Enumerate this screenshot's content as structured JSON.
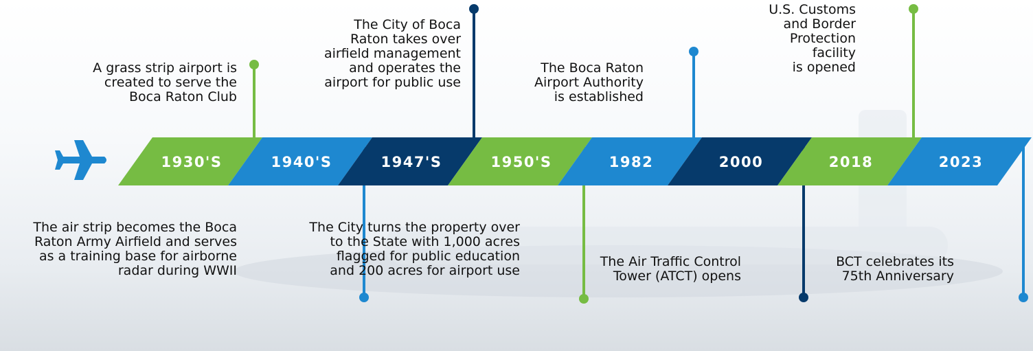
{
  "colors": {
    "green": "#76bc43",
    "blue": "#1e88d0",
    "navy": "#063a6b",
    "plane": "#1e88d0"
  },
  "plane_icon": "airplane-icon",
  "timeline": [
    {
      "year": "1930'S",
      "color": "green",
      "note": "A grass strip airport is\ncreated to serve the\nBoca Raton Club",
      "side": "top"
    },
    {
      "year": "1940'S",
      "color": "blue",
      "note": "The air strip becomes the Boca\nRaton Army Airfield and serves\nas a training base for airborne\nradar during WWII",
      "side": "bottom"
    },
    {
      "year": "1947'S",
      "color": "navy",
      "note": "The City of Boca\nRaton takes over\nairfield management\nand operates the\nairport for public use",
      "side": "top"
    },
    {
      "year": "1950'S",
      "color": "green",
      "note": "The City turns the property over\nto the State with 1,000 acres\nflagged for public education\nand 200 acres for airport use",
      "side": "bottom"
    },
    {
      "year": "1982",
      "color": "blue",
      "note": "The Boca Raton\nAirport Authority\nis established",
      "side": "top"
    },
    {
      "year": "2000",
      "color": "navy",
      "note": "The Air Traffic Control\nTower (ATCT) opens",
      "side": "bottom"
    },
    {
      "year": "2018",
      "color": "green",
      "note": "U.S. Customs\nand Border\nProtection\nfacility\nis opened",
      "side": "top"
    },
    {
      "year": "2023",
      "color": "blue",
      "note": "BCT celebrates its\n75th Anniversary",
      "side": "bottom"
    }
  ]
}
